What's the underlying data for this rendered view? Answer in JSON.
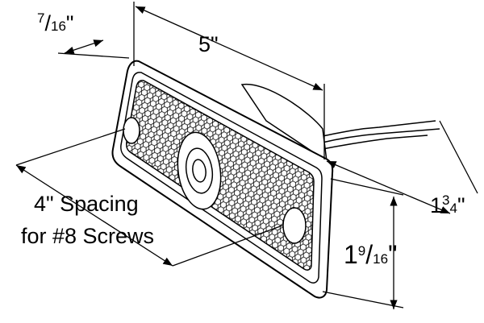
{
  "dimensions": {
    "bracket_offset": {
      "whole": "",
      "numerator": "7",
      "denominator": "16",
      "unit": "\""
    },
    "length": {
      "text": "5\""
    },
    "spacing": {
      "line1": "4\" Spacing",
      "line2": "for #8 Screws"
    },
    "depth": {
      "whole": "1",
      "numerator": "3",
      "denominator": "4",
      "unit": "\""
    },
    "height": {
      "whole": "1",
      "numerator": "9",
      "denominator": "16",
      "unit": "\""
    }
  },
  "colors": {
    "line": "#000000",
    "background": "#ffffff"
  }
}
